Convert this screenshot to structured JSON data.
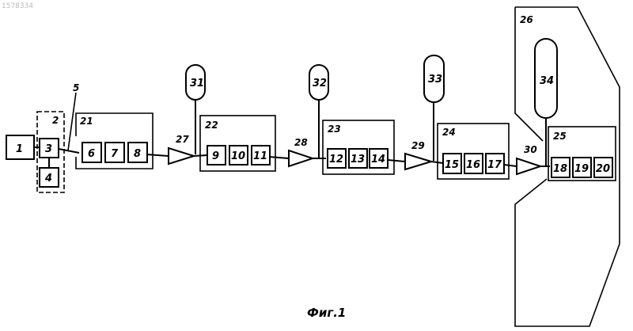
{
  "watermark": "1578334",
  "caption": "Фиг.1",
  "blocks": {
    "b1": "1",
    "b3": "3",
    "b4": "4",
    "b6": "6",
    "b7": "7",
    "b8": "8",
    "b9": "9",
    "b10": "10",
    "b11": "11",
    "b12": "12",
    "b13": "13",
    "b14": "14",
    "b15": "15",
    "b16": "16",
    "b17": "17",
    "b18": "18",
    "b19": "19",
    "b20": "20"
  },
  "groups": {
    "g2": "2",
    "g21": "21",
    "g22": "22",
    "g23": "23",
    "g24": "24",
    "g25": "25",
    "g26": "26"
  },
  "line_label": "5",
  "amplifiers": {
    "a27": "27",
    "a28": "28",
    "a29": "29",
    "a30": "30"
  },
  "capsules": {
    "c31": "31",
    "c32": "32",
    "c33": "33",
    "c34": "34"
  }
}
